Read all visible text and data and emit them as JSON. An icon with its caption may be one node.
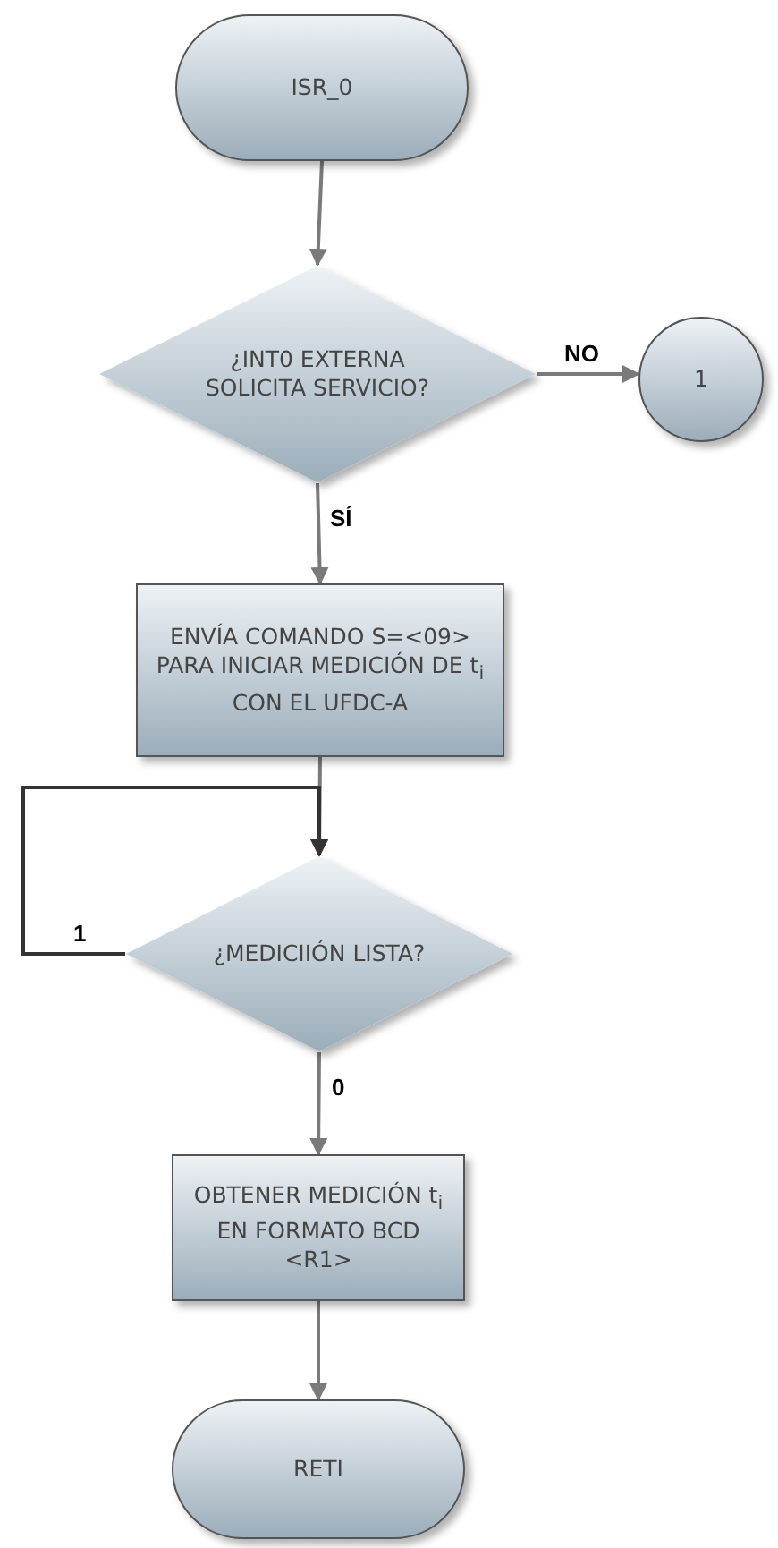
{
  "diagram": {
    "nodes": [
      {
        "text": [
          "ISR_0"
        ]
      },
      {
        "text": [
          "¿INT0 EXTERNA SOLICITA SERVICIO?"
        ]
      },
      {
        "text": [
          "1"
        ]
      },
      {
        "text": [
          "ENVÍA COMANDO S=<09> PARA INICIAR MEDICIÓN DE t$_{i}$ CON EL UFDC-A"
        ]
      },
      {
        "text": [
          "¿MEDICIIÓN LISTA?"
        ]
      },
      {
        "text": [
          "OBTENER MEDICIÓN t$_{i}$ EN FORMATO BCD <R1>"
        ]
      },
      {
        "text": [
          "RETI"
        ]
      }
    ],
    "edges": [
      {
        "from": 0,
        "to": 1,
        "arrow": "to"
      },
      {
        "from": 1,
        "to": 2,
        "arrow": "to",
        "label": "NO"
      },
      {
        "from": 1,
        "to": 3,
        "arrow": "to",
        "label": "SÍ"
      },
      {
        "from": 3,
        "to": 4,
        "arrow": "to"
      },
      {
        "from": 4,
        "to": 4,
        "arrow": "to",
        "label": "1",
        "color": "#333333"
      },
      {
        "from": 4,
        "to": 5,
        "arrow": "to",
        "label": "0"
      },
      {
        "from": 5,
        "to": 6,
        "arrow": "to"
      }
    ]
  }
}
